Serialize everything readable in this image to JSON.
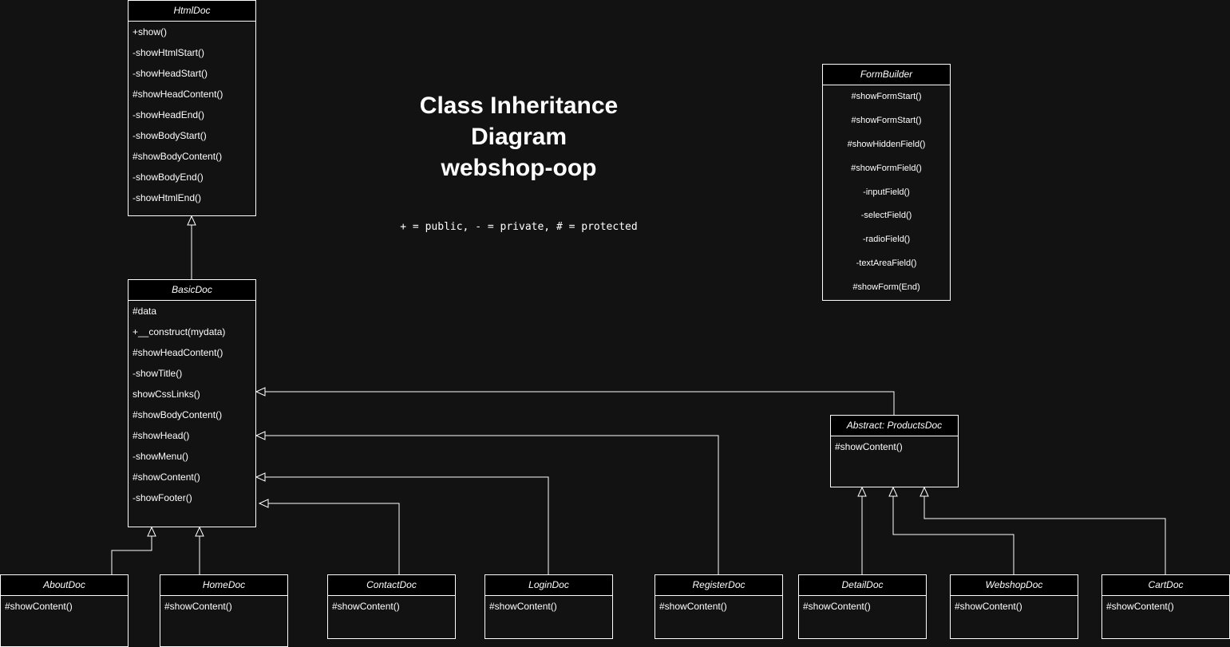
{
  "title_lines": [
    "Class Inheritance",
    "Diagram",
    "webshop-oop"
  ],
  "legend": "+ = public, - = private, # = protected",
  "colors": {
    "background": "#121212",
    "class_header": "#000000",
    "line": "#ffffff",
    "text": "#ffffff"
  },
  "classes": {
    "htmldoc": {
      "name": "HtmlDoc",
      "members": [
        "+show()",
        "-showHtmlStart()",
        "-showHeadStart()",
        "#showHeadContent()",
        "-showHeadEnd()",
        "-showBodyStart()",
        "#showBodyContent()",
        "-showBodyEnd()",
        "-showHtmlEnd()"
      ]
    },
    "basicdoc": {
      "name": "BasicDoc",
      "members": [
        "#data",
        "+__construct(mydata)",
        "#showHeadContent()",
        "-showTitle()",
        "showCssLinks()",
        "#showBodyContent()",
        "#showHead()",
        "-showMenu()",
        "#showContent()",
        "-showFooter()"
      ]
    },
    "formbuilder": {
      "name": "FormBuilder",
      "members": [
        "#showFormStart()",
        "#showFormStart()",
        "#showHiddenField()",
        "#showFormField()",
        "-inputField()",
        "-selectField()",
        "-radioField()",
        "-textAreaField()",
        "#showForm(End)"
      ]
    },
    "productsdoc": {
      "name": "Abstract: ProductsDoc",
      "members": [
        "#showContent()"
      ]
    },
    "aboutdoc": {
      "name": "AboutDoc",
      "members": [
        "#showContent()"
      ]
    },
    "homedoc": {
      "name": "HomeDoc",
      "members": [
        "#showContent()"
      ]
    },
    "contactdoc": {
      "name": "ContactDoc",
      "members": [
        "#showContent()"
      ]
    },
    "logindoc": {
      "name": "LoginDoc",
      "members": [
        "#showContent()"
      ]
    },
    "registerdoc": {
      "name": "RegisterDoc",
      "members": [
        "#showContent()"
      ]
    },
    "detaildoc": {
      "name": "DetailDoc",
      "members": [
        "#showContent()"
      ]
    },
    "webshopdoc": {
      "name": "WebshopDoc",
      "members": [
        "#showContent()"
      ]
    },
    "cartdoc": {
      "name": "CartDoc",
      "members": [
        "#showContent()"
      ]
    }
  }
}
